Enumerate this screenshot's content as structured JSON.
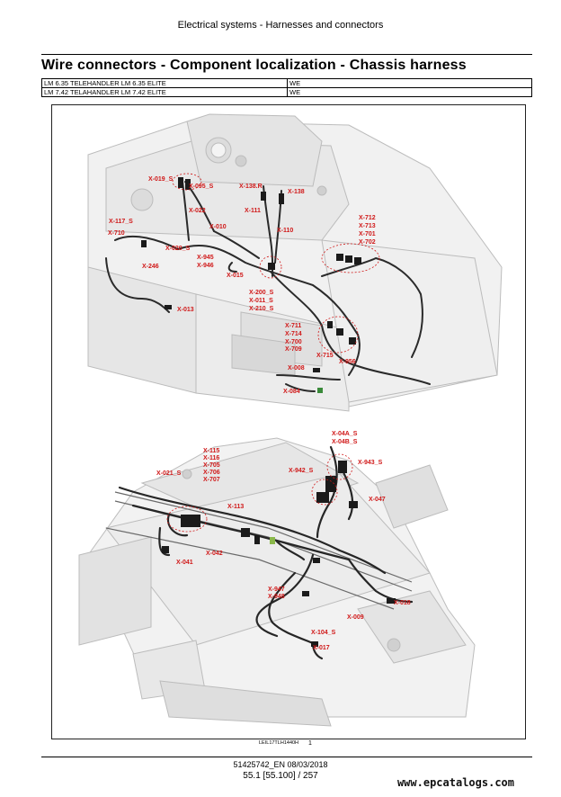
{
  "header": {
    "section": "Electrical systems - Harnesses and connectors"
  },
  "title": "Wire connectors - Component localization - Chassis harness",
  "models": [
    {
      "name": "LM 6.35 TELEHANDLER LM 6.35 ELITE",
      "region": "WE"
    },
    {
      "name": "LM 7.42 TELAHANDLER LM 7.42 ELITE",
      "region": "WE"
    }
  ],
  "figure": {
    "ref": "LEIL17TLH1440H",
    "number": "1",
    "top_labels": [
      "X-019_S",
      "X-095_S",
      "X-138.R",
      "X-138",
      "X-022",
      "X-111",
      "X-117_S",
      "X-710",
      "X-010",
      "X-110",
      "X-712",
      "X-713",
      "X-701",
      "X-702",
      "X-020_S",
      "X-945",
      "X-946",
      "X-246",
      "X-015",
      "X-200_S",
      "X-011_S",
      "X-210_S",
      "X-013",
      "X-711",
      "X-714",
      "X-700",
      "X-709",
      "X-715",
      "X-956",
      "X-008",
      "X-084"
    ],
    "bottom_labels": [
      "X-04A_S",
      "X-04B_S",
      "X-115",
      "X-116",
      "X-705",
      "X-706",
      "X-707",
      "X-943_S",
      "X-021_S",
      "X-942_S",
      "X-047",
      "X-113",
      "X-042",
      "X-041",
      "X-947",
      "X-948",
      "X-018",
      "X-009",
      "X-104_S",
      "X-017"
    ]
  },
  "footer": {
    "doc": "51425742_EN 08/03/2018",
    "page": "55.1 [55.100] / 257",
    "watermark": "www.epcatalogs.com"
  }
}
